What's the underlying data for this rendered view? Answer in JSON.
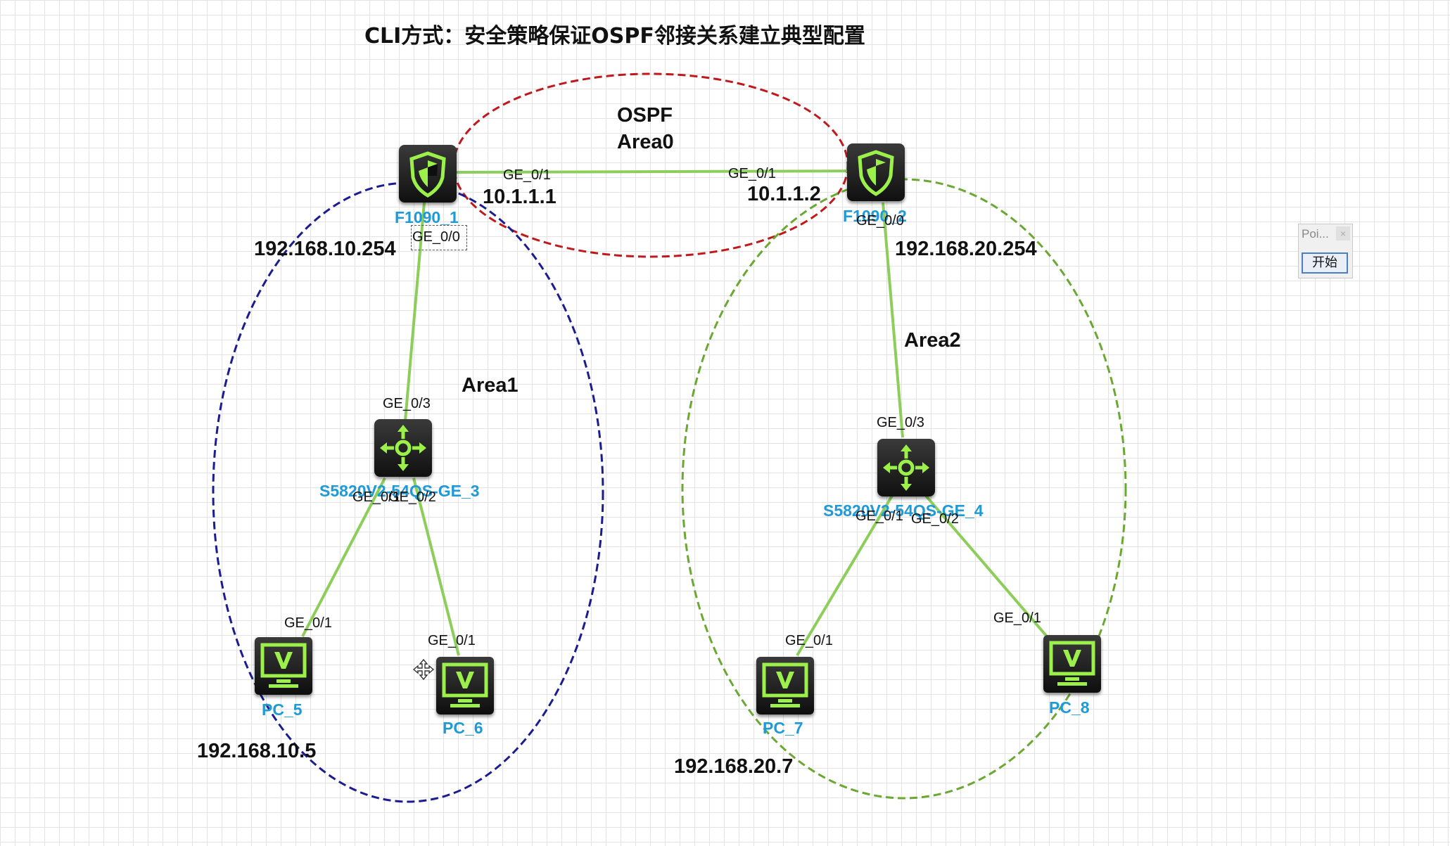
{
  "title": "CLI方式：安全策略保证OSPF邻接关系建立典型配置",
  "areas": {
    "area0_line1": "OSPF",
    "area0_line2": "Area0",
    "area1": "Area1",
    "area2": "Area2"
  },
  "devices": {
    "fw1": "F1090_1",
    "fw2": "F1090_2",
    "sw3": "S5820V2-54QS-GE_3",
    "sw4": "S5820V2-54QS-GE_4",
    "pc5": "PC_5",
    "pc6": "PC_6",
    "pc7": "PC_7",
    "pc8": "PC_8"
  },
  "ports": {
    "fw1_ge01": "GE_0/1",
    "fw2_ge01": "GE_0/1",
    "fw1_ge00": "GE_0/0",
    "fw2_ge00": "GE_0/0",
    "sw3_ge03": "GE_0/3",
    "sw3_ge01": "GE_0/1",
    "sw3_ge02": "GE_0/2",
    "sw4_ge03": "GE_0/3",
    "sw4_ge01": "GE_0/1",
    "sw4_ge02": "GE_0/2",
    "pc5_ge01": "GE_0/1",
    "pc6_ge01": "GE_0/1",
    "pc7_ge01": "GE_0/1",
    "pc8_ge01": "GE_0/1"
  },
  "ips": {
    "fw1_ge01": "10.1.1.1",
    "fw2_ge01": "10.1.1.2",
    "fw1_ge00": "192.168.10.254",
    "fw2_ge00": "192.168.20.254",
    "pc5": "192.168.10.5",
    "pc7": "192.168.20.7"
  },
  "mini_window": {
    "title": "Poi...",
    "close": "×",
    "start_button": "开始"
  },
  "icons": {
    "firewall": "firewall-shield-icon",
    "switch": "layer3-switch-arrows-icon",
    "pc": "pc-monitor-icon",
    "cursor": "move-cursor-icon"
  },
  "colors": {
    "link": "#8dce5a",
    "area0": "#c0191c",
    "area1": "#1a1c8f",
    "area2": "#6aa832",
    "device_label": "#1e9ad6",
    "icon_green": "#9bf04a"
  }
}
